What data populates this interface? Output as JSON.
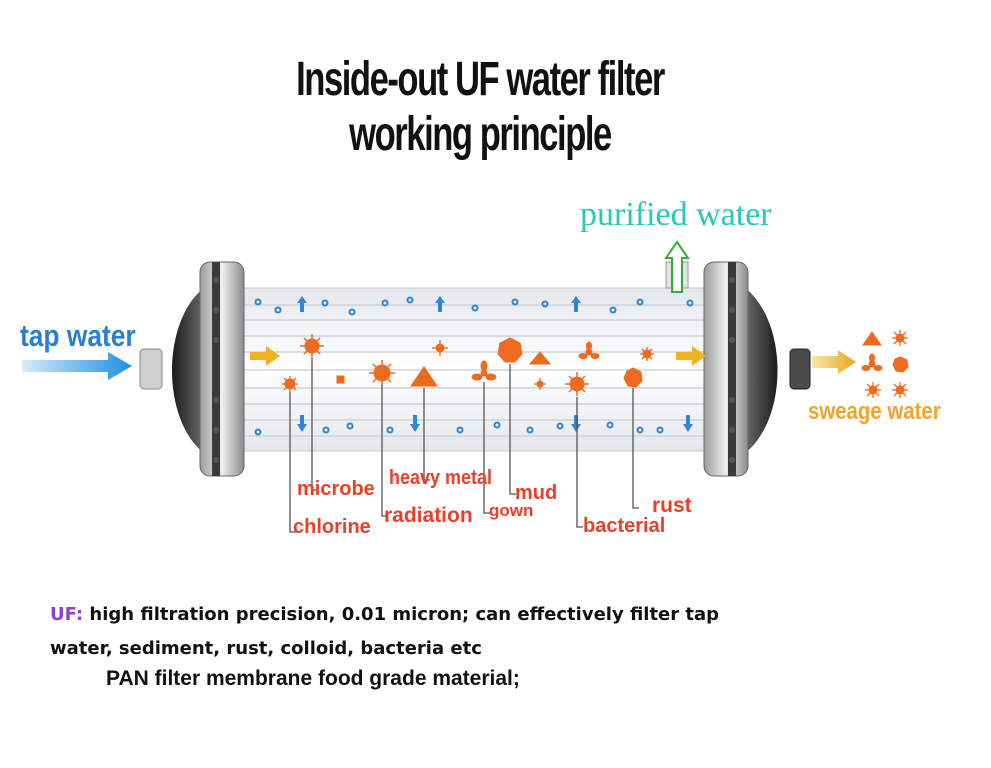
{
  "title": "Inside-out UF water filter working principle",
  "flow_labels": {
    "purified_water": "purified water",
    "tap_water": "tap water",
    "sweage_water": "sweage water"
  },
  "contaminant_labels": {
    "microbe": "microbe",
    "heavy_metal": "heavy metal",
    "mud": "mud",
    "chlorine": "chlorine",
    "radiation": "radiation",
    "gown": "gown",
    "bacterial": "bacterial",
    "rust": "rust"
  },
  "description": {
    "uf_label": "UF:",
    "line1": " high filtration precision, 0.01 micron; can effectively filter tap",
    "line2": "water, sediment, rust, colloid, bacteria etc",
    "line3": "PAN filter membrane food grade material;"
  },
  "colors": {
    "title": "#111111",
    "purified": "#25c9b5",
    "tap": "#2b7fd0",
    "sweage": "#f2a42a",
    "contaminant_label": "#e8412a",
    "uf_accent": "#8e3fcf",
    "particle": "#ee6a1f"
  }
}
